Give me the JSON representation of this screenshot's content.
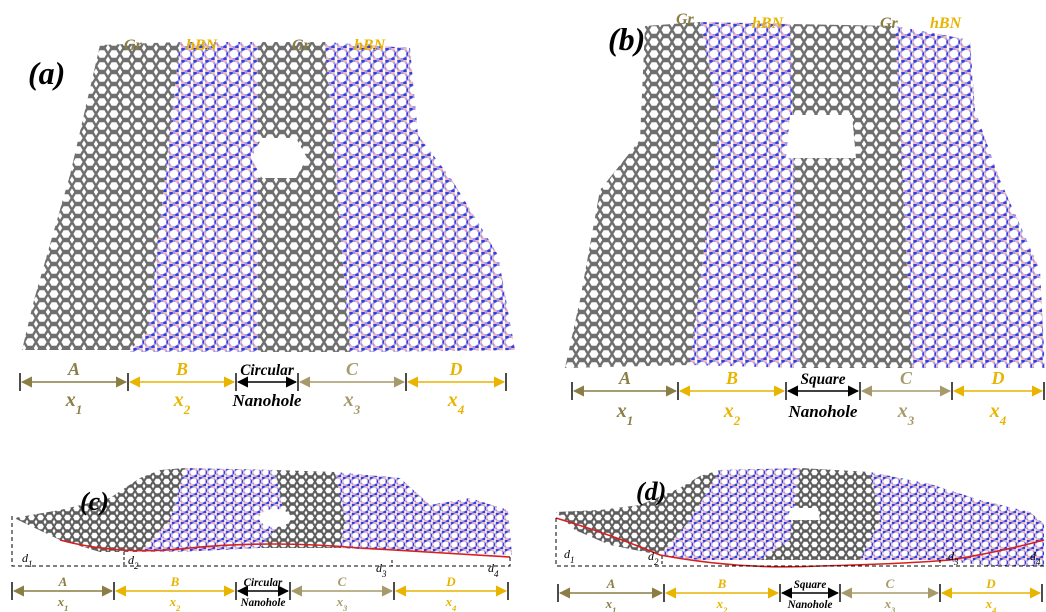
{
  "colors": {
    "graphene": "#6f6f6f",
    "graphene_edge": "#4a4a4a",
    "hbn_nitrogen": "#3b3bd9",
    "hbn_boron": "#f0b6bf",
    "label_gr": "#8a7d45",
    "label_hbn": "#e8b400",
    "arrow_a": "#8a7d45",
    "arrow_b": "#e8b400",
    "arrow_hole": "#000000",
    "arrow_c": "#a79a6a",
    "arrow_d": "#e8b400",
    "red_line": "#d62020",
    "text_black": "#000000"
  },
  "panels": [
    {
      "id": "a",
      "tag": "(a)",
      "strip_labels": [
        "Gr",
        "hBN",
        "Gr",
        "hBN"
      ],
      "hole": "circle",
      "segments": [
        {
          "top": "A",
          "bottom": "x",
          "sub": "1"
        },
        {
          "top": "B",
          "bottom": "x",
          "sub": "2"
        },
        {
          "top": "Circular",
          "bottom": "Nanohole"
        },
        {
          "top": "C",
          "bottom": "x",
          "sub": "3"
        },
        {
          "top": "D",
          "bottom": "x",
          "sub": "4"
        }
      ]
    },
    {
      "id": "b",
      "tag": "(b)",
      "strip_labels": [
        "Gr",
        "hBN",
        "Gr",
        "hBN"
      ],
      "hole": "square",
      "segments": [
        {
          "top": "A",
          "bottom": "x",
          "sub": "1"
        },
        {
          "top": "B",
          "bottom": "x",
          "sub": "2"
        },
        {
          "top": "Square",
          "bottom": "Nanohole"
        },
        {
          "top": "C",
          "bottom": "x",
          "sub": "3"
        },
        {
          "top": "D",
          "bottom": "x",
          "sub": "4"
        }
      ]
    },
    {
      "id": "c",
      "tag": "(c)",
      "hole": "circle",
      "d_labels": [
        {
          "t": "d",
          "s": "1"
        },
        {
          "t": "d",
          "s": "2"
        },
        {
          "t": "d",
          "s": "3"
        },
        {
          "t": "d",
          "s": "4"
        }
      ],
      "segments": [
        {
          "top": "A",
          "bottom": "x",
          "sub": "1"
        },
        {
          "top": "B",
          "bottom": "x",
          "sub": "2"
        },
        {
          "top": "Circular",
          "bottom": "Nanohole"
        },
        {
          "top": "C",
          "bottom": "x",
          "sub": "3"
        },
        {
          "top": "D",
          "bottom": "x",
          "sub": "4"
        }
      ]
    },
    {
      "id": "d",
      "tag": "(d)",
      "hole": "square",
      "d_labels": [
        {
          "t": "d",
          "s": "1"
        },
        {
          "t": "d",
          "s": "2"
        },
        {
          "t": "d",
          "s": "3"
        },
        {
          "t": "d",
          "s": "4"
        }
      ],
      "segments": [
        {
          "top": "A",
          "bottom": "x",
          "sub": "1"
        },
        {
          "top": "B",
          "bottom": "x",
          "sub": "2"
        },
        {
          "top": "Square",
          "bottom": "Nanohole"
        },
        {
          "top": "C",
          "bottom": "x",
          "sub": "3"
        },
        {
          "top": "D",
          "bottom": "x",
          "sub": "4"
        }
      ]
    }
  ]
}
